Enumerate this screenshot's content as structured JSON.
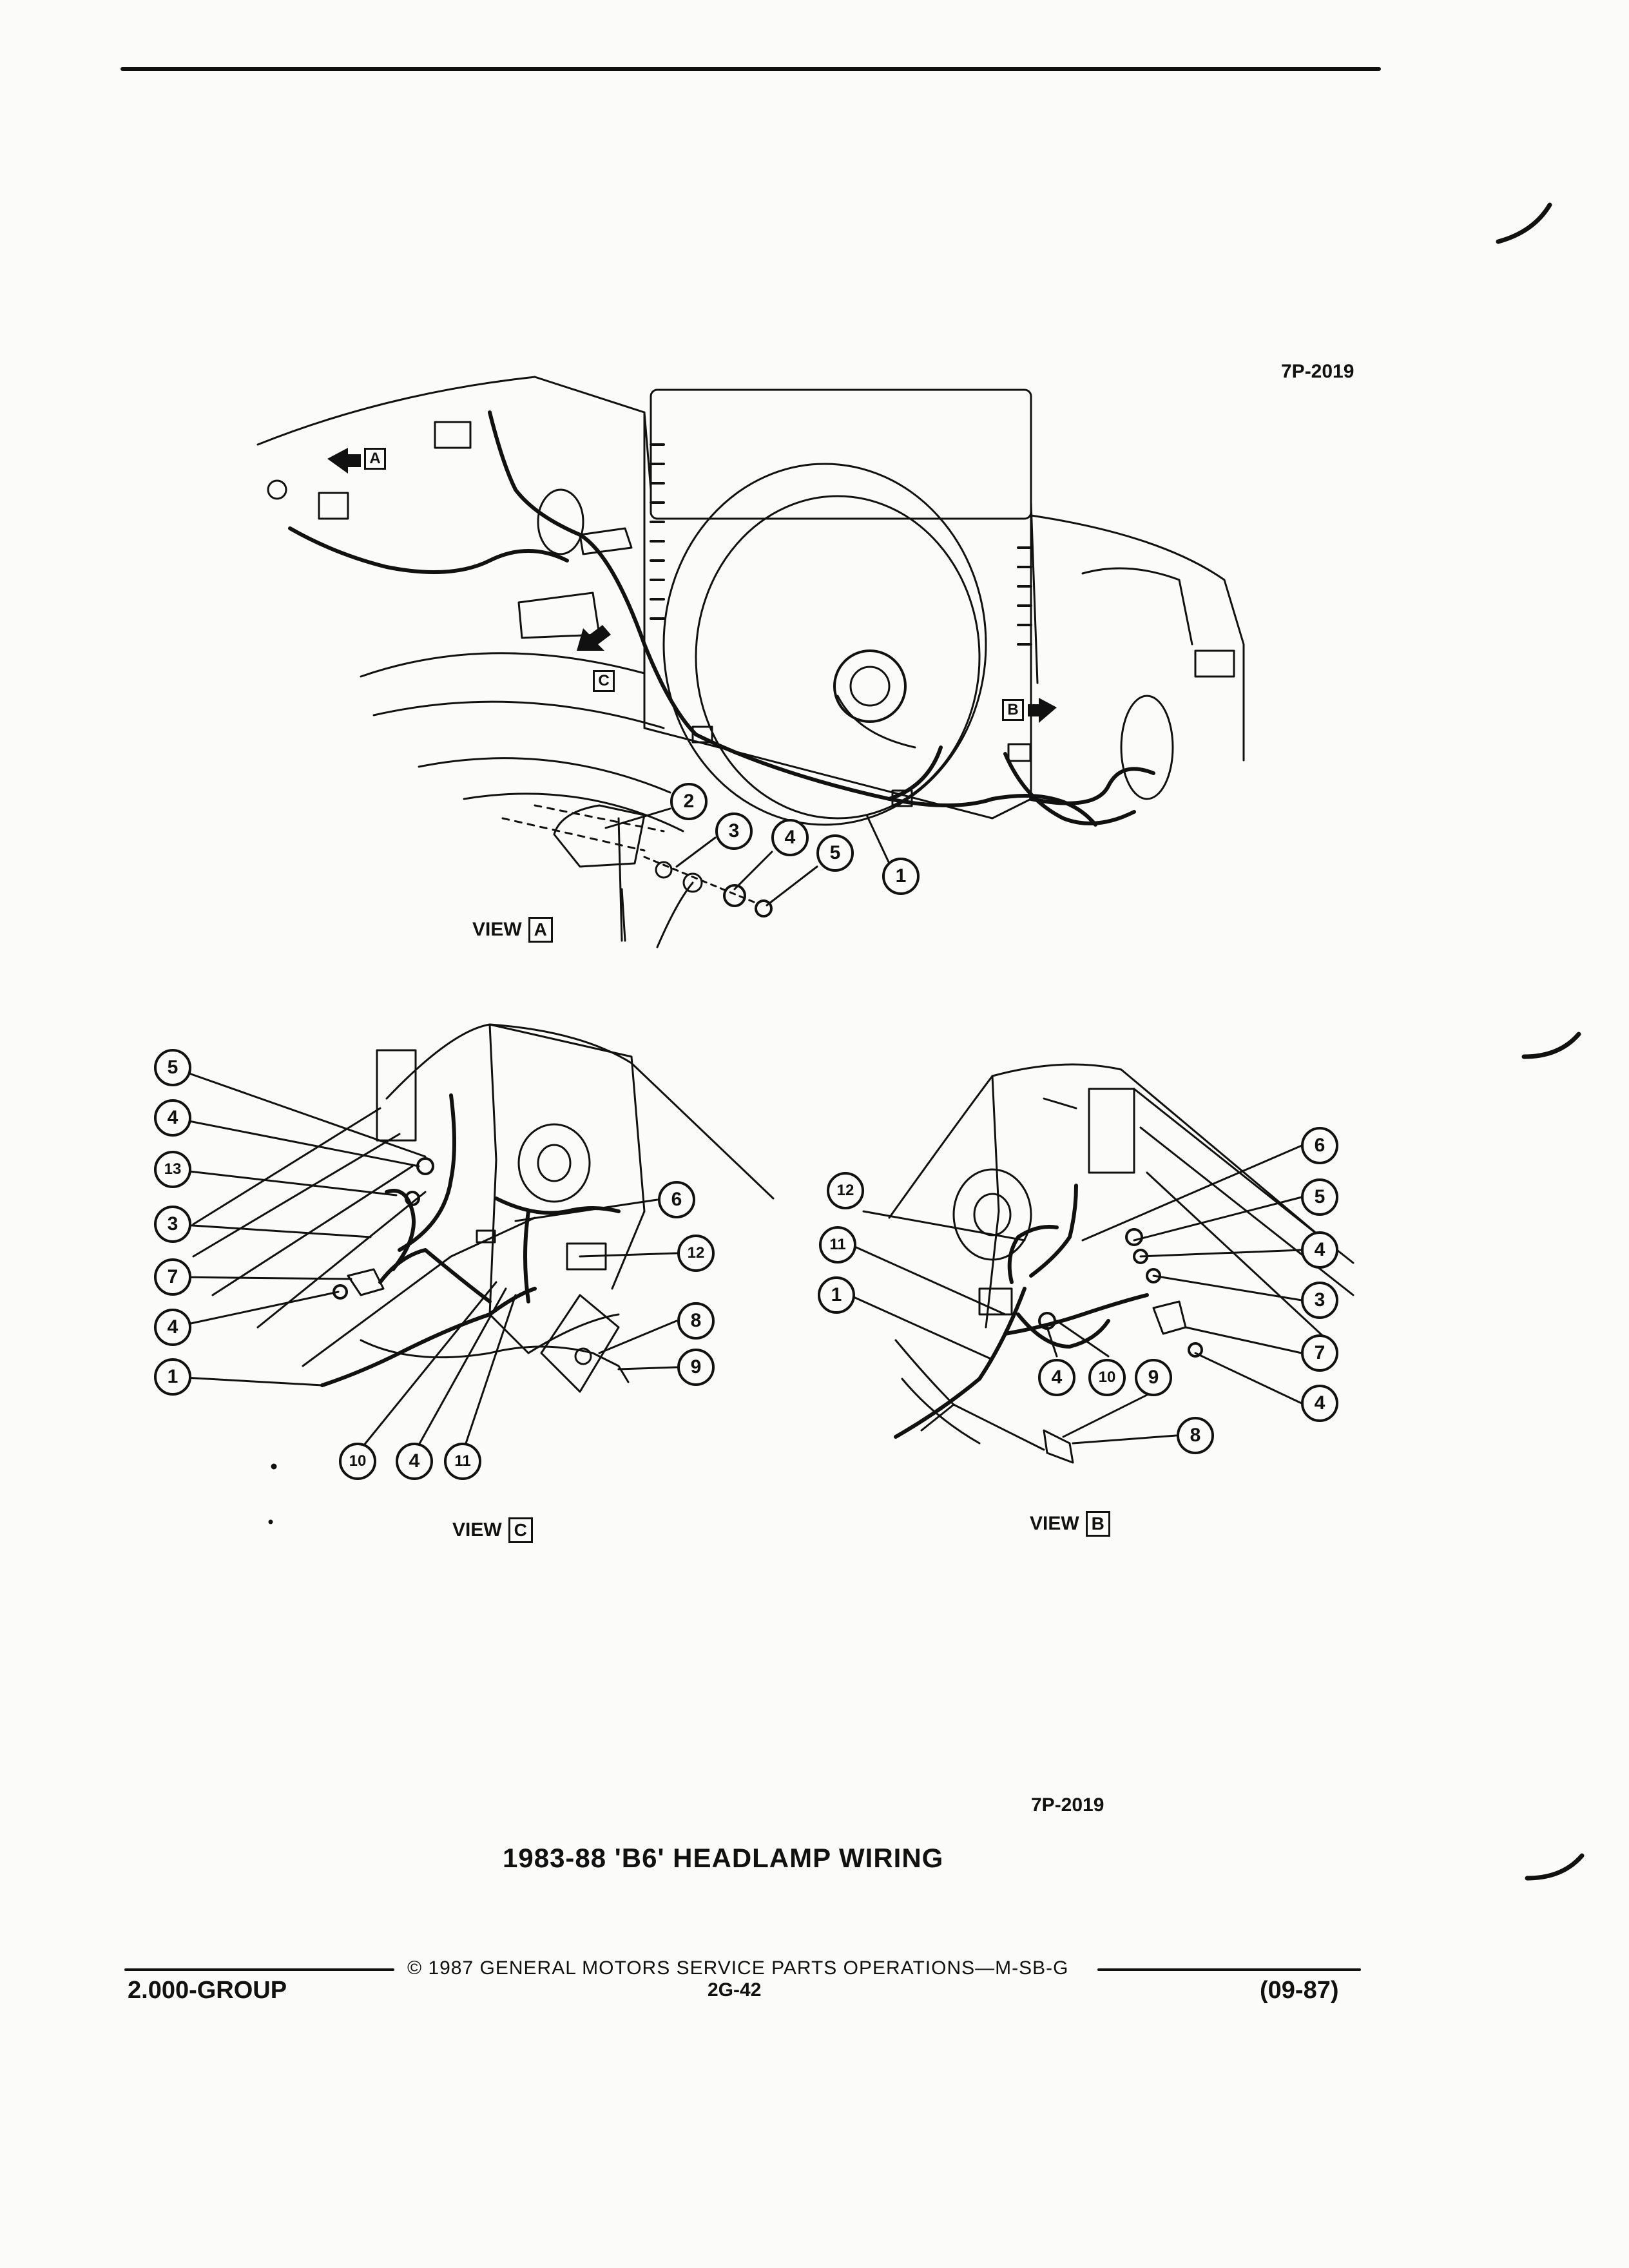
{
  "figure_code_top": "7P-2019",
  "figure_code_bottom": "7P-2019",
  "title": "1983-88 'B6' HEADLAMP WIRING",
  "views": {
    "a_label": "VIEW",
    "a_box": "A",
    "b_label": "VIEW",
    "b_box": "B",
    "c_label": "VIEW",
    "c_box": "C"
  },
  "main_arrows": {
    "a": "A",
    "b": "B",
    "c": "C"
  },
  "callouts_main": [
    "2",
    "3",
    "4",
    "5",
    "1"
  ],
  "callouts_view_c": [
    "5",
    "4",
    "13",
    "3",
    "7",
    "4",
    "1",
    "6",
    "12",
    "8",
    "9",
    "10",
    "4",
    "11"
  ],
  "callouts_view_b": [
    "6",
    "5",
    "4",
    "3",
    "7",
    "4",
    "12",
    "11",
    "1",
    "4",
    "10",
    "9",
    "8"
  ],
  "footer": {
    "copyright": "© 1987  GENERAL MOTORS SERVICE PARTS OPERATIONS—M-SB-G",
    "group": "2.000-GROUP",
    "page": "2G-42",
    "date": "(09-87)"
  }
}
